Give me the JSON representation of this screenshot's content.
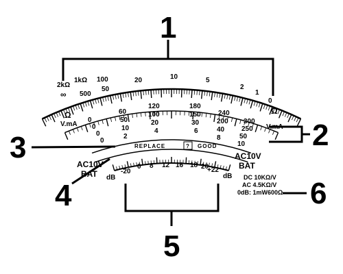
{
  "callouts": {
    "n1": "1",
    "n2": "2",
    "n3": "3",
    "n4": "4",
    "n5": "5",
    "n6": "6"
  },
  "ohm_scale": {
    "labels": [
      "∞",
      "2kΩ",
      "1kΩ",
      "500",
      "100",
      "50",
      "20",
      "10",
      "5",
      "2",
      "1",
      "0"
    ],
    "unit_left": "Ω",
    "unit_right": "Ω"
  },
  "vma_scale": {
    "unit_left": "Ω",
    "unit_left2": "V.mA",
    "unit_right": "V.mA",
    "col1": [
      "60",
      "50",
      "10",
      "2"
    ],
    "col2": [
      "120",
      "100",
      "20",
      "4"
    ],
    "col3": [
      "180",
      "150",
      "30",
      "6"
    ],
    "col4": [
      "240",
      "200",
      "40",
      "8"
    ],
    "col5": [
      "300",
      "250",
      "50",
      "10"
    ],
    "zeros": [
      "0",
      "0",
      "0",
      "0"
    ]
  },
  "battery_band": {
    "replace": "REPLACE",
    "sep": "?",
    "good": "GOOD",
    "bat_left": "BAT",
    "bat_right": "BAT"
  },
  "ac10v": {
    "left": "AC10V",
    "right": "AC10V"
  },
  "db_scale": {
    "unit_left": "dB",
    "unit_right": "dB",
    "labels": [
      "-20",
      "0",
      "8",
      "12",
      "16",
      "18",
      "20",
      "+22"
    ]
  },
  "specs": {
    "dc": "DC 10KΩ/V",
    "ac": "AC 4.5KΩ/V",
    "db": "0dB: 1mW600Ω"
  }
}
